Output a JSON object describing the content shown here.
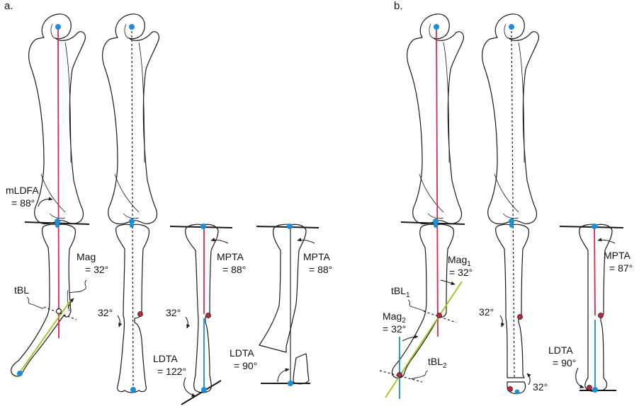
{
  "colors": {
    "mechanical_axis": "#e0284f",
    "distal_axis": "#1a8fd8",
    "bisector": "#9ac61a",
    "joint_point": "#1a8fd8",
    "osteotomy_point": "#c0283a"
  },
  "panels": {
    "a": {
      "label": "a.",
      "mldfa": "mLDFA",
      "mldfa_value": "= 88°",
      "mag": "Mag",
      "mag_value": "= 32°",
      "tbl": "tBL",
      "angle_2": "32°",
      "angle_3": "32°",
      "mpta_3": "MPTA",
      "mpta_3_value": "= 88°",
      "ldta_3": "LDTA",
      "ldta_3_value": "= 122°",
      "mpta_4": "MPTA",
      "mpta_4_value": "= 88°",
      "ldta_4": "LDTA",
      "ldta_4_value": "= 90°"
    },
    "b": {
      "label": "b.",
      "mag1": "Mag",
      "mag1_sub": "1",
      "mag1_value": "= 32°",
      "tbl1": "tBL",
      "tbl1_sub": "1",
      "mag2": "Mag",
      "mag2_sub": "2",
      "mag2_value": "= 32°",
      "tbl2": "tBL",
      "tbl2_sub": "2",
      "angle_2": "32°",
      "angle_2b": "32°",
      "mpta_3": "MPTA",
      "mpta_3_value": "= 87°",
      "ldta_3": "LDTA",
      "ldta_3_value": "= 90°"
    }
  }
}
